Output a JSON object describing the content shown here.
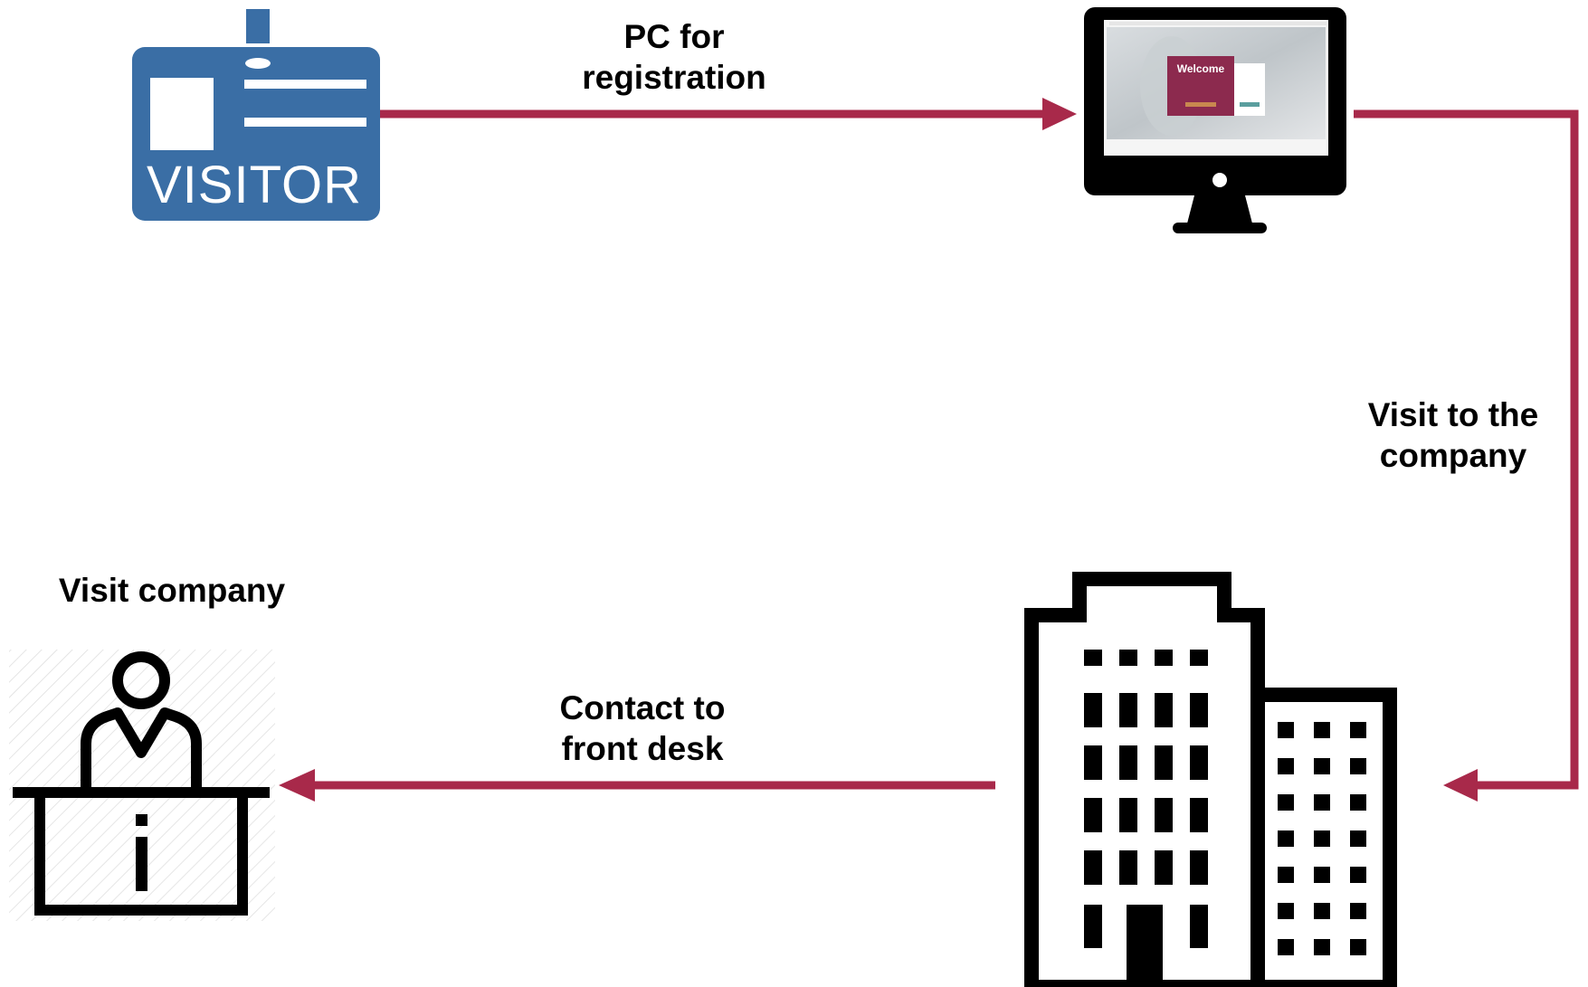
{
  "diagram": {
    "nodes": {
      "visitor_badge": {
        "text": "VISITOR",
        "color": "#3a6ea5"
      },
      "pc": {
        "screen_text": "Welcome"
      },
      "front_desk": {
        "label": "Visit company"
      }
    },
    "edges": {
      "to_pc": {
        "line1": "PC for",
        "line2": "registration"
      },
      "to_company": {
        "line1": "Visit to the",
        "line2": "company"
      },
      "to_front_desk": {
        "line1": "Contact  to",
        "line2": "front desk"
      }
    },
    "arrow_color": "#a8294a"
  }
}
